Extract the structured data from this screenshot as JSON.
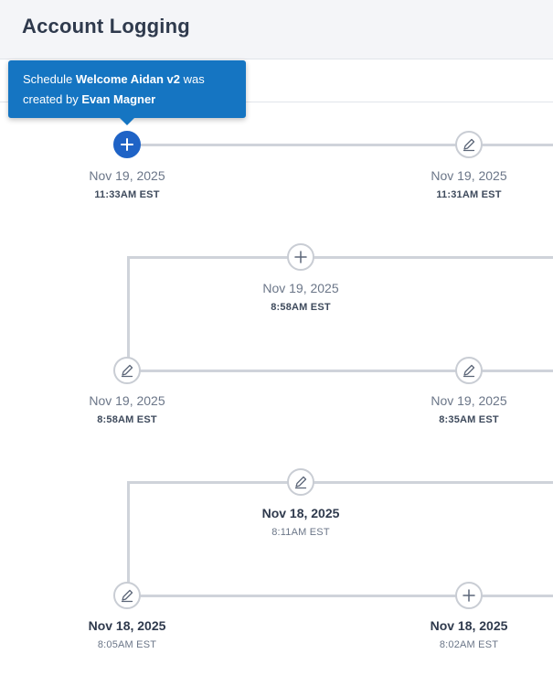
{
  "header": {
    "title": "Account Logging"
  },
  "tooltip": {
    "prefix": "Schedule ",
    "subject": "Welcome Aidan v2",
    "middle": " was created by ",
    "user": "Evan Magner"
  },
  "events": [
    {
      "icon": "plus-icon",
      "date": "Nov 19, 2025",
      "time": "11:33AM EST",
      "active": true
    },
    {
      "icon": "pencil-icon",
      "date": "Nov 19, 2025",
      "time": "11:31AM EST"
    },
    {
      "icon": "plus-icon",
      "date": "Nov 19, 2025",
      "time": "8:58AM EST"
    },
    {
      "icon": "pencil-icon",
      "date": "Nov 19, 2025",
      "time": "8:58AM EST"
    },
    {
      "icon": "pencil-icon",
      "date": "Nov 19, 2025",
      "time": "8:35AM EST"
    },
    {
      "icon": "pencil-icon",
      "date": "Nov 18, 2025",
      "time": "8:11AM EST"
    },
    {
      "icon": "pencil-icon",
      "date": "Nov 18, 2025",
      "time": "8:05AM EST"
    },
    {
      "icon": "plus-icon",
      "date": "Nov 18, 2025",
      "time": "8:02AM EST"
    }
  ],
  "colors": {
    "accent": "#1f63c6",
    "tooltip": "#1575c2",
    "line": "#cfd3da"
  }
}
